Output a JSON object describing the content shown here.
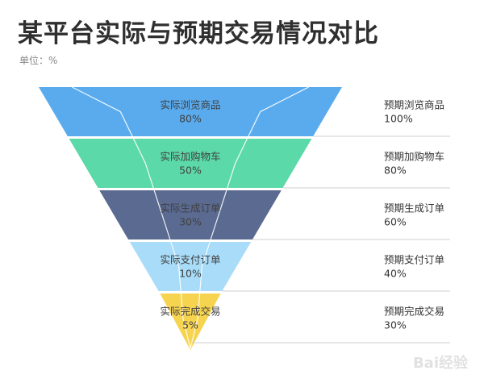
{
  "title": "某平台实际与预期交易情况对比",
  "subtitle": "单位：%",
  "watermark": "Bai经验",
  "chart_data": {
    "type": "funnel",
    "unit": "%",
    "stages": [
      {
        "actual_label": "实际浏览商品",
        "actual_value": 80,
        "actual_text": "80%",
        "expected_label": "预期浏览商品",
        "expected_value": 100,
        "expected_text": "100%",
        "color": "#5aabee"
      },
      {
        "actual_label": "实际加购物车",
        "actual_value": 50,
        "actual_text": "50%",
        "expected_label": "预期加购物车",
        "expected_value": 80,
        "expected_text": "80%",
        "color": "#5cd9a8"
      },
      {
        "actual_label": "实际生成订单",
        "actual_value": 30,
        "actual_text": "30%",
        "expected_label": "预期生成订单",
        "expected_value": 60,
        "expected_text": "60%",
        "color": "#5b6a91"
      },
      {
        "actual_label": "实际支付订单",
        "actual_value": 10,
        "actual_text": "10%",
        "expected_label": "预期支付订单",
        "expected_value": 40,
        "expected_text": "40%",
        "color": "#a8dcf8"
      },
      {
        "actual_label": "实际完成交易",
        "actual_value": 5,
        "actual_text": "5%",
        "expected_label": "预期完成交易",
        "expected_value": 30,
        "expected_text": "30%",
        "color": "#f7d44f"
      }
    ],
    "colors": {
      "outline": "#ffffff",
      "leader_line": "#cfcfcf",
      "label_text": "#404040",
      "expected_text": "#333333"
    }
  }
}
